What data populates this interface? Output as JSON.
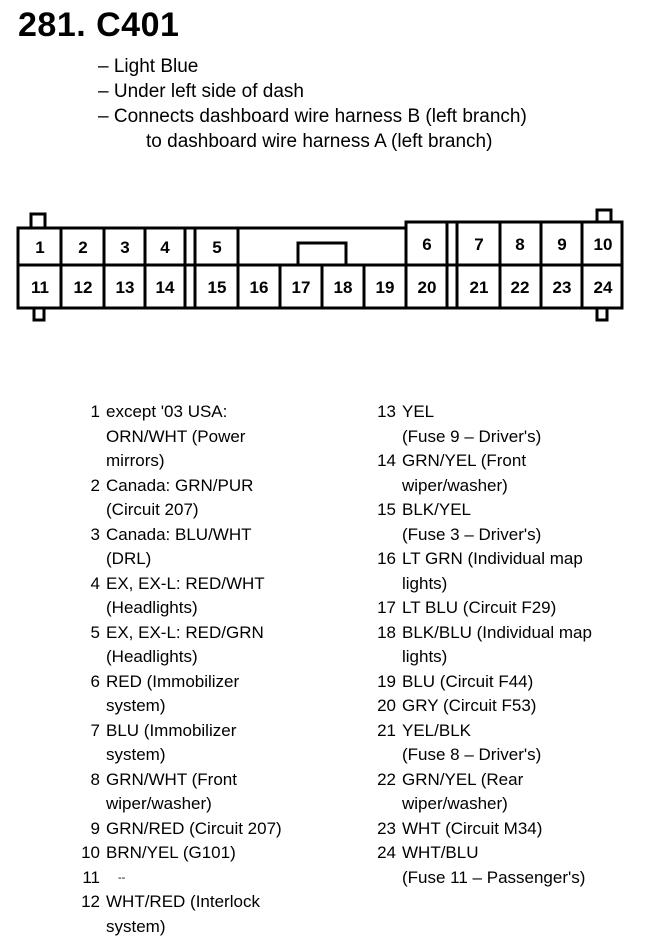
{
  "header": {
    "title": "281. C401",
    "bullets": [
      "– Light Blue",
      "– Under left side of dash",
      "– Connects dashboard wire harness B (left branch)"
    ],
    "bullet_continuation": "to dashboard wire harness A (left branch)"
  },
  "connector": {
    "top_row": [
      "1",
      "2",
      "3",
      "4",
      "5",
      "6",
      "7",
      "8",
      "9",
      "10"
    ],
    "bottom_row": [
      "11",
      "12",
      "13",
      "14",
      "15",
      "16",
      "17",
      "18",
      "19",
      "20",
      "21",
      "22",
      "23",
      "24"
    ]
  },
  "pins_left": [
    {
      "num": "1",
      "desc": "except '03 USA:\nORN/WHT (Power\nmirrors)"
    },
    {
      "num": "2",
      "desc": "Canada: GRN/PUR\n(Circuit 207)"
    },
    {
      "num": "3",
      "desc": "Canada: BLU/WHT\n(DRL)"
    },
    {
      "num": "4",
      "desc": "EX, EX-L: RED/WHT\n(Headlights)"
    },
    {
      "num": "5",
      "desc": "EX, EX-L: RED/GRN\n(Headlights)"
    },
    {
      "num": "6",
      "desc": "RED (Immobilizer\nsystem)"
    },
    {
      "num": "7",
      "desc": "BLU (Immobilizer\nsystem)"
    },
    {
      "num": "8",
      "desc": "GRN/WHT (Front\nwiper/washer)"
    },
    {
      "num": "9",
      "desc": "GRN/RED (Circuit 207)"
    },
    {
      "num": "10",
      "desc": "BRN/YEL (G101)"
    },
    {
      "num": "11",
      "desc": "--"
    },
    {
      "num": "12",
      "desc": "WHT/RED (Interlock\nsystem)"
    }
  ],
  "pins_right": [
    {
      "num": "13",
      "desc": "YEL\n(Fuse 9 – Driver's)"
    },
    {
      "num": "14",
      "desc": "GRN/YEL (Front\nwiper/washer)"
    },
    {
      "num": "15",
      "desc": "BLK/YEL\n(Fuse 3 – Driver's)"
    },
    {
      "num": "16",
      "desc": "LT GRN (Individual map\nlights)"
    },
    {
      "num": "17",
      "desc": "LT BLU (Circuit F29)"
    },
    {
      "num": "18",
      "desc": "BLK/BLU (Individual map\nlights)"
    },
    {
      "num": "19",
      "desc": "BLU (Circuit F44)"
    },
    {
      "num": "20",
      "desc": "GRY (Circuit F53)"
    },
    {
      "num": "21",
      "desc": "YEL/BLK\n(Fuse 8 – Driver's)"
    },
    {
      "num": "22",
      "desc": "GRN/YEL (Rear\nwiper/washer)"
    },
    {
      "num": "23",
      "desc": "WHT (Circuit M34)"
    },
    {
      "num": "24",
      "desc": "WHT/BLU\n(Fuse 11 – Passenger's)"
    }
  ]
}
